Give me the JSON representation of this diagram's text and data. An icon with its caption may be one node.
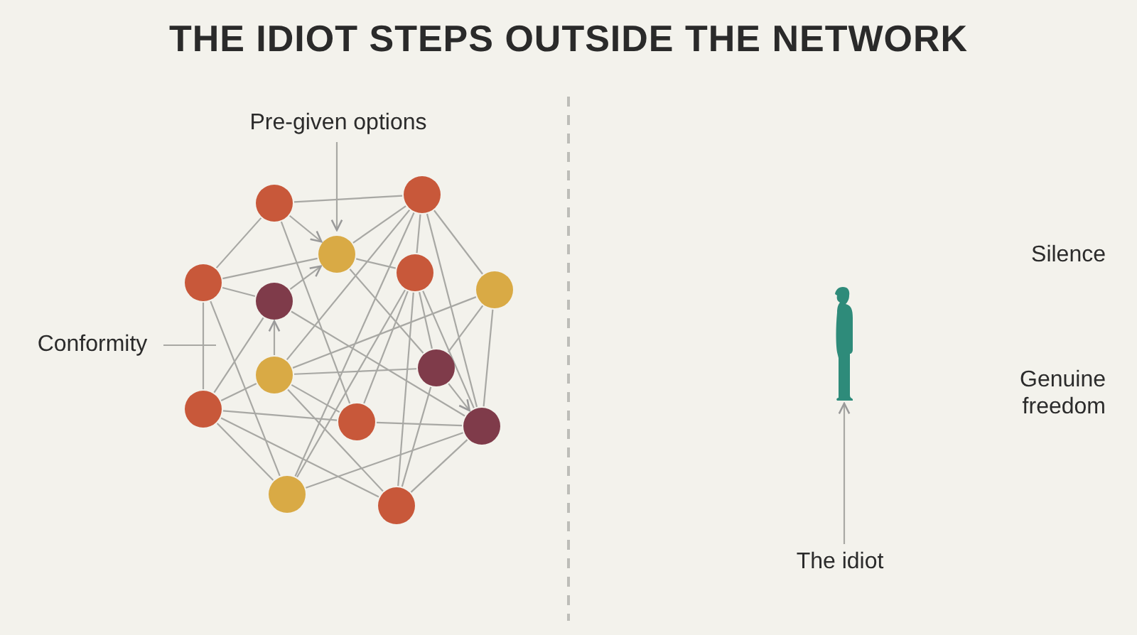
{
  "diagram": {
    "title": "THE IDIOT STEPS OUTSIDE THE NETWORK",
    "nodes": [
      {
        "text": [
          "Pre-given options"
        ]
      },
      {
        "text": [],
        "shape": "circle"
      },
      {
        "text": [],
        "shape": "circle"
      },
      {
        "text": [],
        "shape": "circle"
      },
      {
        "text": [],
        "shape": "circle"
      },
      {
        "text": [],
        "shape": "circle"
      },
      {
        "text": [],
        "shape": "circle"
      },
      {
        "text": [],
        "shape": "circle"
      },
      {
        "text": [],
        "shape": "circle"
      },
      {
        "text": [],
        "shape": "circle"
      },
      {
        "text": [],
        "shape": "circle"
      },
      {
        "text": [],
        "shape": "circle"
      },
      {
        "text": [],
        "shape": "circle"
      },
      {
        "text": [],
        "shape": "circle"
      },
      {
        "text": [],
        "shape": "circle"
      },
      {
        "text": [
          "Conformity"
        ]
      },
      {
        "text": [],
        "shape": "person"
      },
      {
        "text": [
          "The idiot"
        ]
      }
    ],
    "edges": [
      {
        "from": 0,
        "to": 3,
        "arrow": "to"
      },
      {
        "from": 1,
        "to": 2,
        "arrow": "none"
      },
      {
        "from": 1,
        "to": 4,
        "arrow": "none"
      },
      {
        "from": 1,
        "to": 3,
        "arrow": "to"
      },
      {
        "from": 1,
        "to": 11,
        "arrow": "none"
      },
      {
        "from": 2,
        "to": 3,
        "arrow": "none"
      },
      {
        "from": 2,
        "to": 5,
        "arrow": "none"
      },
      {
        "from": 2,
        "to": 6,
        "arrow": "none"
      },
      {
        "from": 2,
        "to": 8,
        "arrow": "none"
      },
      {
        "from": 2,
        "to": 12,
        "arrow": "none"
      },
      {
        "from": 2,
        "to": 13,
        "arrow": "none"
      },
      {
        "from": 4,
        "to": 3,
        "arrow": "none"
      },
      {
        "from": 4,
        "to": 7,
        "arrow": "none"
      },
      {
        "from": 4,
        "to": 10,
        "arrow": "none"
      },
      {
        "from": 4,
        "to": 13,
        "arrow": "none"
      },
      {
        "from": 3,
        "to": 5,
        "arrow": "none"
      },
      {
        "from": 3,
        "to": 9,
        "arrow": "none"
      },
      {
        "from": 7,
        "to": 3,
        "arrow": "to"
      },
      {
        "from": 8,
        "to": 7,
        "arrow": "to"
      },
      {
        "from": 7,
        "to": 12,
        "arrow": "none"
      },
      {
        "from": 7,
        "to": 10,
        "arrow": "none"
      },
      {
        "from": 8,
        "to": 9,
        "arrow": "none"
      },
      {
        "from": 8,
        "to": 11,
        "arrow": "none"
      },
      {
        "from": 8,
        "to": 14,
        "arrow": "none"
      },
      {
        "from": 8,
        "to": 10,
        "arrow": "none"
      },
      {
        "from": 8,
        "to": 6,
        "arrow": "none"
      },
      {
        "from": 9,
        "to": 6,
        "arrow": "none"
      },
      {
        "from": 9,
        "to": 5,
        "arrow": "none"
      },
      {
        "from": 9,
        "to": 14,
        "arrow": "none"
      },
      {
        "from": 9,
        "to": 12,
        "arrow": "to"
      },
      {
        "from": 10,
        "to": 11,
        "arrow": "none"
      },
      {
        "from": 10,
        "to": 13,
        "arrow": "none"
      },
      {
        "from": 10,
        "to": 14,
        "arrow": "none"
      },
      {
        "from": 11,
        "to": 5,
        "arrow": "none"
      },
      {
        "from": 11,
        "to": 12,
        "arrow": "none"
      },
      {
        "from": 12,
        "to": 6,
        "arrow": "none"
      },
      {
        "from": 12,
        "to": 13,
        "arrow": "none"
      },
      {
        "from": 12,
        "to": 14,
        "arrow": "none"
      },
      {
        "from": 12,
        "to": 5,
        "arrow": "none"
      },
      {
        "from": 13,
        "to": 5,
        "arrow": "none"
      },
      {
        "from": 14,
        "to": 5,
        "arrow": "none"
      },
      {
        "from": 15,
        "to": null,
        "arrow": "none"
      },
      {
        "from": 17,
        "to": 16,
        "arrow": "to"
      }
    ],
    "labels": [
      "Silence",
      "Genuine freedom"
    ]
  }
}
